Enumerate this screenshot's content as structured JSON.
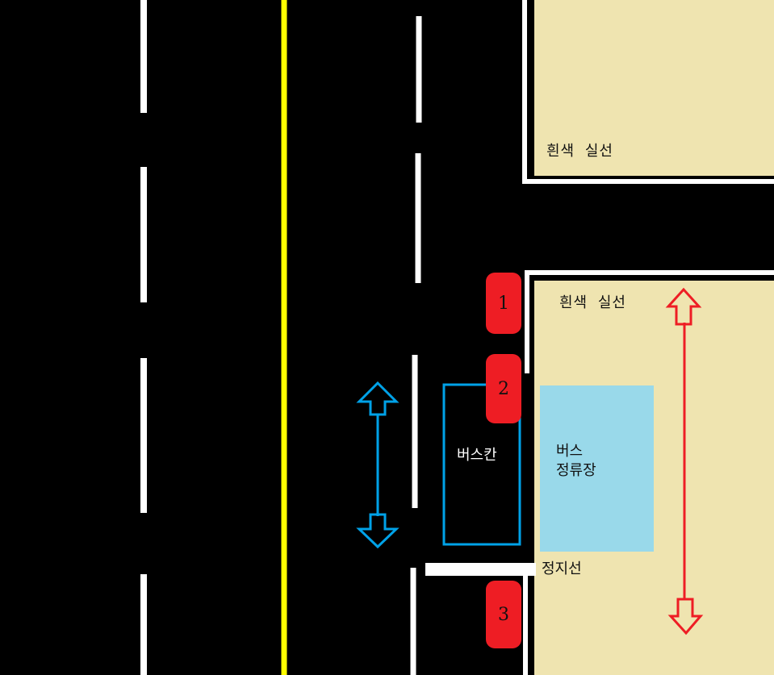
{
  "labels": {
    "white_line_top": "흰색 실선",
    "white_line_mid": "흰색 실선",
    "bus_bay": "버스칸",
    "bus_stop_line1": "버스",
    "bus_stop_line2": "정류장",
    "stop_line": "정지선"
  },
  "markers": [
    "1",
    "2",
    "3"
  ],
  "colors": {
    "road": "#000000",
    "sidewalk": "#efe4b0",
    "center_line": "#ffff00",
    "lane_line": "#ffffff",
    "bus_stop_fill": "#99d9ea",
    "bus_bay_outline": "#00a2e8",
    "marker": "#ee1d24",
    "direction_arrow_red": "#ee1d24",
    "direction_arrow_blue": "#00a2e8"
  },
  "icons": {
    "direction_arrow_red": "double-headed-vertical-arrow-icon",
    "direction_arrow_blue": "double-headed-vertical-arrow-icon"
  }
}
